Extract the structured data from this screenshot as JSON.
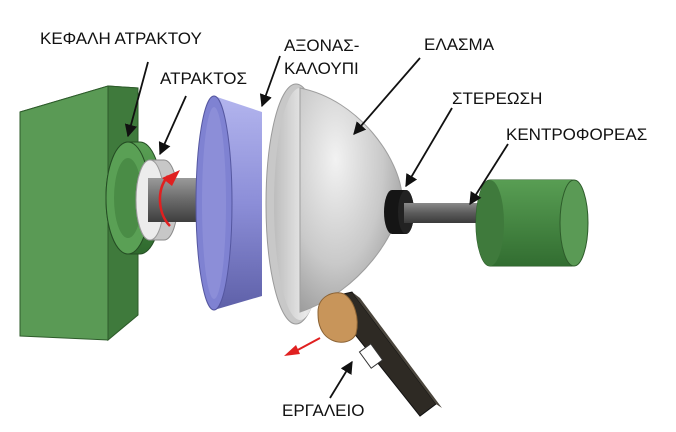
{
  "labels": {
    "head": "ΚΕΦΑΛΗ ΑΤΡΑΚΤΟΥ",
    "spindle": "ΑΤΡΑΚΤΟΣ",
    "mandrel_line1": "ΑΞΟΝΑΣ-",
    "mandrel_line2": "ΚΑΛΟΥΠΙ",
    "blank": "ΕΛΑΣΜΑ",
    "clamp": "ΣΤΕΡΕΩΣΗ",
    "tailstock": "ΚΕΝΤΡΟΦΟΡΕΑΣ",
    "tool": "ΕΡΓΑΛΕΙΟ"
  },
  "colors": {
    "green_front": "#5a9a55",
    "green_side": "#3f7a3c",
    "mandrel_blue": "#8c8ed8",
    "sheet_gray": "#d6d6d6",
    "tool_dark": "#2e2a24",
    "tool_tip": "#c8955a",
    "arrow_red": "#e02020"
  }
}
